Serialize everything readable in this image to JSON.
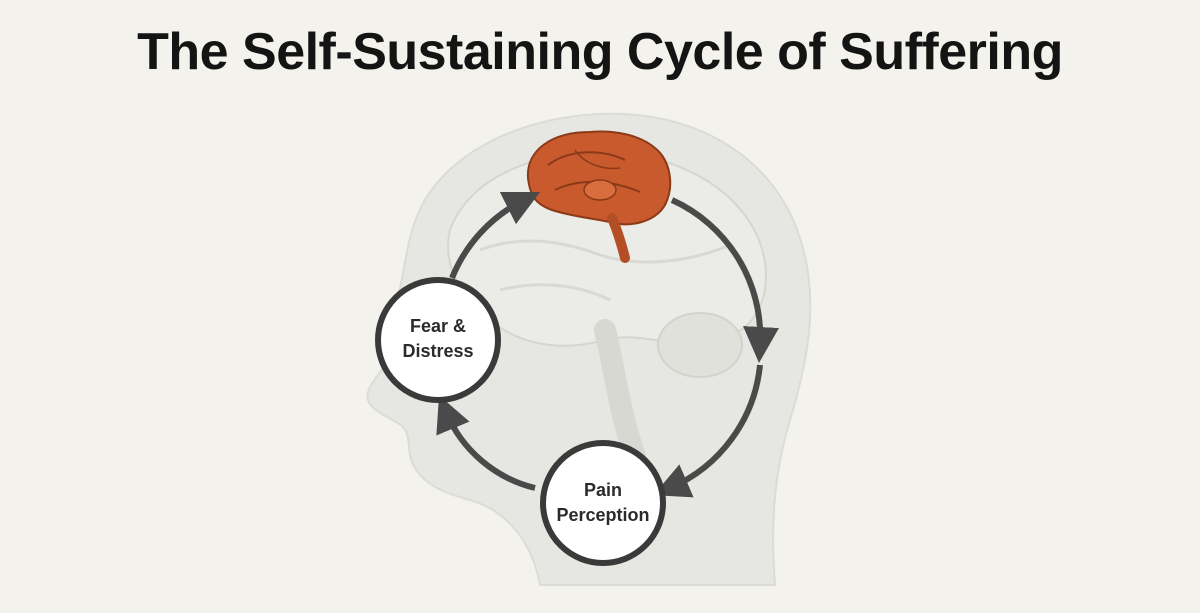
{
  "title": "The Self-Sustaining Cycle of Suffering",
  "nodes": [
    {
      "id": "fear-distress",
      "lines": [
        "Fear &",
        "Distress"
      ]
    },
    {
      "id": "pain-perception",
      "lines": [
        "Pain",
        "Perception"
      ]
    }
  ],
  "colors": {
    "background": "#f3f2ec",
    "head": "#e5e5e1",
    "brain": "#c85a2e",
    "arrow": "#4a4a4a",
    "node_border": "#3a3a3a"
  }
}
